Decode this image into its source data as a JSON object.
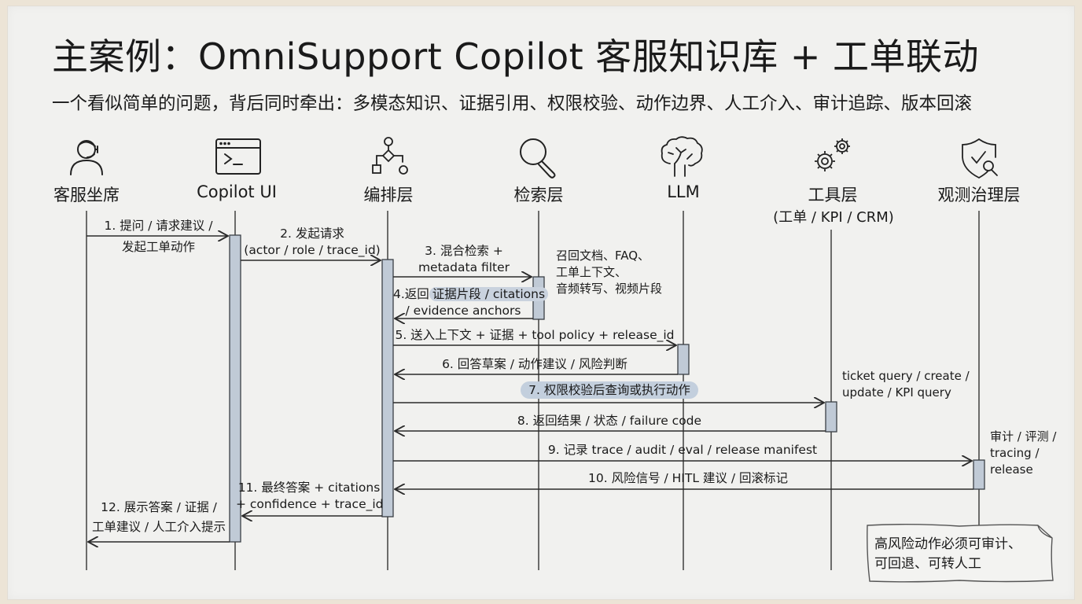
{
  "title": "主案例：OmniSupport Copilot 客服知识库 + 工单联动",
  "subtitle": "一个看似简单的问题，背后同时牵出：多模态知识、证据引用、权限校验、动作边界、人工介入、审计追踪、版本回滚",
  "actors": [
    {
      "name": "客服坐席",
      "icon": "headset-agent-icon"
    },
    {
      "name": "Copilot UI",
      "icon": "terminal-window-icon"
    },
    {
      "name": "编排层",
      "icon": "workflow-icon"
    },
    {
      "name": "检索层",
      "icon": "magnifier-icon"
    },
    {
      "name": "LLM",
      "icon": "brain-icon"
    },
    {
      "name": "工具层",
      "sub": "(工单 / KPI / CRM)",
      "icon": "gears-icon"
    },
    {
      "name": "观测治理层",
      "icon": "shield-check-search-icon"
    }
  ],
  "messages": [
    {
      "id": 1,
      "lines": [
        "1. 提问 / 请求建议 /",
        "发起工单动作"
      ],
      "from": 0,
      "to": 1
    },
    {
      "id": 2,
      "lines": [
        "2. 发起请求",
        "(actor / role / trace_id)"
      ],
      "from": 1,
      "to": 2
    },
    {
      "id": 3,
      "lines": [
        "3. 混合检索 +",
        "metadata filter"
      ],
      "from": 2,
      "to": 3
    },
    {
      "id": 4,
      "lines": [
        "4.返回",
        "证据片段 / citations",
        "/ evidence anchors"
      ],
      "from": 3,
      "to": 2
    },
    {
      "id": 5,
      "lines": [
        "5. 送入上下文 + 证据 + tool policy + release_id"
      ],
      "from": 2,
      "to": 4
    },
    {
      "id": 6,
      "lines": [
        "6. 回答草案 / 动作建议 / 风险判断"
      ],
      "from": 4,
      "to": 2
    },
    {
      "id": 7,
      "lines": [
        "7. 权限校验后查询或执行动作"
      ],
      "from": 2,
      "to": 5
    },
    {
      "id": 8,
      "lines": [
        "8. 返回结果 / 状态 / failure code"
      ],
      "from": 5,
      "to": 2
    },
    {
      "id": 9,
      "lines": [
        "9. 记录 trace / audit / eval / release manifest"
      ],
      "from": 2,
      "to": 6
    },
    {
      "id": 10,
      "lines": [
        "10. 风险信号 / HITL 建议 / 回滚标记"
      ],
      "from": 6,
      "to": 2
    },
    {
      "id": 11,
      "lines": [
        "11. 最终答案 + citations",
        "+ confidence + trace_id"
      ],
      "from": 2,
      "to": 1
    },
    {
      "id": 12,
      "lines": [
        "12. 展示答案 / 证据 /",
        "工单建议 / 人工介入提示"
      ],
      "from": 1,
      "to": 0
    }
  ],
  "notes": {
    "retrieval": [
      "召回文档、FAQ、",
      "工单上下文、",
      "音频转写、视频片段"
    ],
    "tools": [
      "ticket query / create /",
      "update / KPI query"
    ],
    "governance": [
      "审计 / 评测 /",
      "tracing /",
      "release"
    ]
  },
  "callout": {
    "lines": [
      "高风险动作必须可审计、",
      "可回退、可转人工"
    ]
  },
  "colors": {
    "board": "#f1f1ef",
    "activation": "#c0cad6",
    "highlight": "#c3cfdd",
    "line": "#2a2a2a"
  }
}
